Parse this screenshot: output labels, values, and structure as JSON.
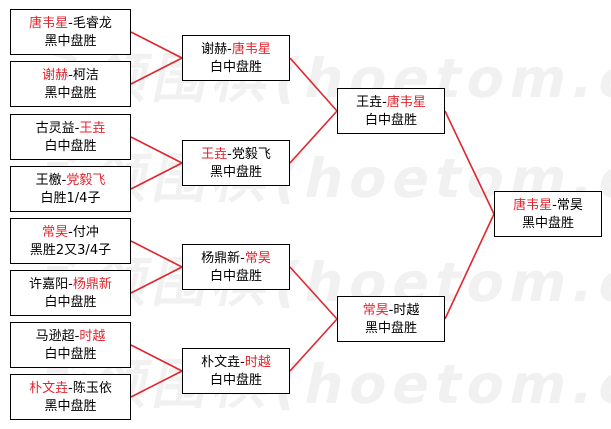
{
  "watermark": "永领围棋(hoetom.com",
  "colors": {
    "winner": "#e0262e",
    "line": "#e0262e",
    "border": "#000000",
    "watermark": "#969696"
  },
  "round1": [
    {
      "p1": "唐韦星",
      "p2": "毛睿龙",
      "winner": 1,
      "result": "黑中盘胜"
    },
    {
      "p1": "谢赫",
      "p2": "柯洁",
      "winner": 1,
      "result": "黑中盘胜"
    },
    {
      "p1": "古灵益",
      "p2": "王垚",
      "winner": 2,
      "result": "白中盘胜"
    },
    {
      "p1": "王檄",
      "p2": "党毅飞",
      "winner": 2,
      "result": "白胜1/4子"
    },
    {
      "p1": "常昊",
      "p2": "付冲",
      "winner": 1,
      "result": "黑胜2又3/4子"
    },
    {
      "p1": "许嘉阳",
      "p2": "杨鼎新",
      "winner": 2,
      "result": "白中盘胜"
    },
    {
      "p1": "马逊超",
      "p2": "时越",
      "winner": 2,
      "result": "白中盘胜"
    },
    {
      "p1": "朴文垚",
      "p2": "陈玉依",
      "winner": 1,
      "result": "黑中盘胜"
    }
  ],
  "round2": [
    {
      "p1": "谢赫",
      "p2": "唐韦星",
      "winner": 2,
      "result": "白中盘胜"
    },
    {
      "p1": "王垚",
      "p2": "党毅飞",
      "winner": 1,
      "result": "黑中盘胜"
    },
    {
      "p1": "杨鼎新",
      "p2": "常昊",
      "winner": 2,
      "result": "白中盘胜"
    },
    {
      "p1": "朴文垚",
      "p2": "时越",
      "winner": 2,
      "result": "白中盘胜"
    }
  ],
  "round3": [
    {
      "p1": "王垚",
      "p2": "唐韦星",
      "winner": 2,
      "result": "白中盘胜"
    },
    {
      "p1": "常昊",
      "p2": "时越",
      "winner": 1,
      "result": "黑中盘胜"
    }
  ],
  "final": [
    {
      "p1": "唐韦星",
      "p2": "常昊",
      "winner": 1,
      "result": "黑中盘胜"
    }
  ]
}
